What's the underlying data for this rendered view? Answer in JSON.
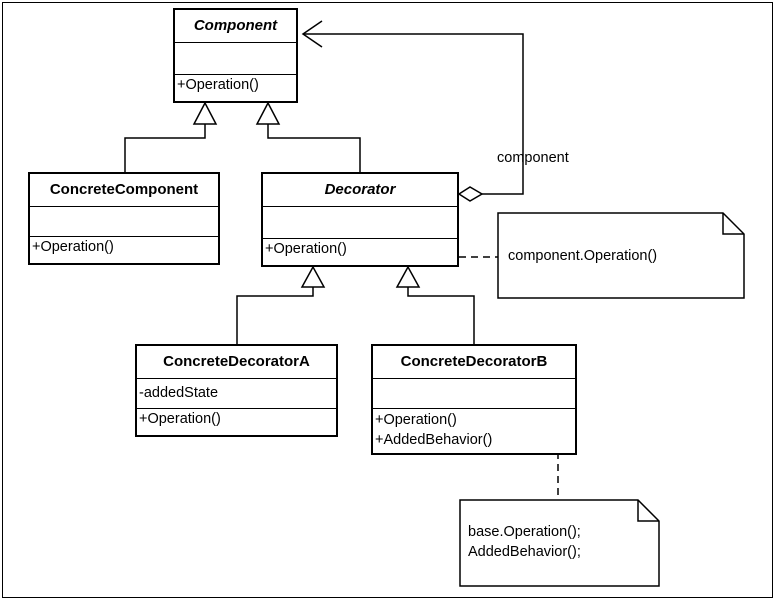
{
  "classes": {
    "component": {
      "name": "Component",
      "attributes": "",
      "operations": [
        "+Operation()"
      ]
    },
    "concrete_component": {
      "name": "ConcreteComponent",
      "attributes": "",
      "operations": [
        "+Operation()"
      ]
    },
    "decorator": {
      "name": "Decorator",
      "attributes": "",
      "operations": [
        "+Operation()"
      ]
    },
    "concrete_decorator_a": {
      "name": "ConcreteDecoratorA",
      "attributes": "-addedState",
      "operations": [
        "+Operation()"
      ]
    },
    "concrete_decorator_b": {
      "name": "ConcreteDecoratorB",
      "attributes": "",
      "operations": [
        "+Operation()",
        "+AddedBehavior()"
      ]
    }
  },
  "association": {
    "role": "component"
  },
  "notes": {
    "decorator_note": [
      "component.Operation()"
    ],
    "decorator_b_note": [
      "base.Operation();",
      "AddedBehavior();"
    ]
  }
}
